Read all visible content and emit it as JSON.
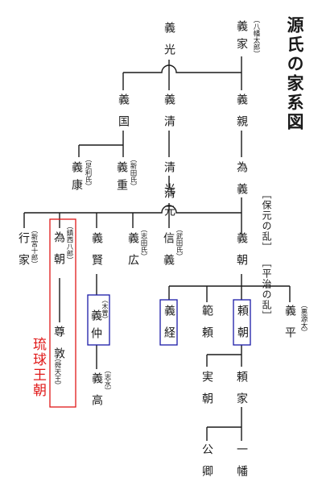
{
  "title": "源氏の家系図",
  "people": {
    "yoshiie": "義家",
    "yoshiie_note": "（八幡太郎）",
    "yoshimitsu": "義光",
    "yoshikuni": "義国",
    "yoshikiyo": "義清",
    "yoshichika": "義親",
    "kiyomitsu": "清光",
    "tameyoshi": "為義",
    "kiyomoto": "清元",
    "yoshiyasu": "義康",
    "yoshiyasu_note": "（足利氏）",
    "yoshishige": "義重",
    "yoshishige_note": "（新田氏）",
    "yukiie": "行家",
    "yukiie_note": "（新宮十郎）",
    "tametomo": "為朝",
    "tametomo_note": "（鎮西八郎）",
    "yoshikata": "義賢",
    "yoshihiro": "義広",
    "yoshihiro_note": "（志田氏）",
    "nobuyoshi": "信義",
    "nobuyoshi_note": "（武田氏）",
    "yoshitomo": "義朝",
    "sonton": "尊敦",
    "sonton_note": "（舜天王）",
    "yoshinaka": "義仲",
    "yoshinaka_note": "（木曽）",
    "yoshitsune": "義経",
    "noriyori": "範頼",
    "yoritomo": "頼朝",
    "yoshihira": "義平",
    "yoshihira_note": "（悪源太）",
    "yoshitaka": "義高",
    "yoshitaka_note": "（志水）",
    "sanetomo": "実朝",
    "yoriie": "頼家",
    "kugyo": "公卿",
    "ichiman": "一幡"
  },
  "events": {
    "hogen": "［保元の乱］",
    "heiji": "［平治の乱］"
  },
  "annotation": "琉球王朝",
  "colors": {
    "highlight_border": "#1a1aa8",
    "annotation": "#e01818",
    "line": "#1a1a1a"
  }
}
